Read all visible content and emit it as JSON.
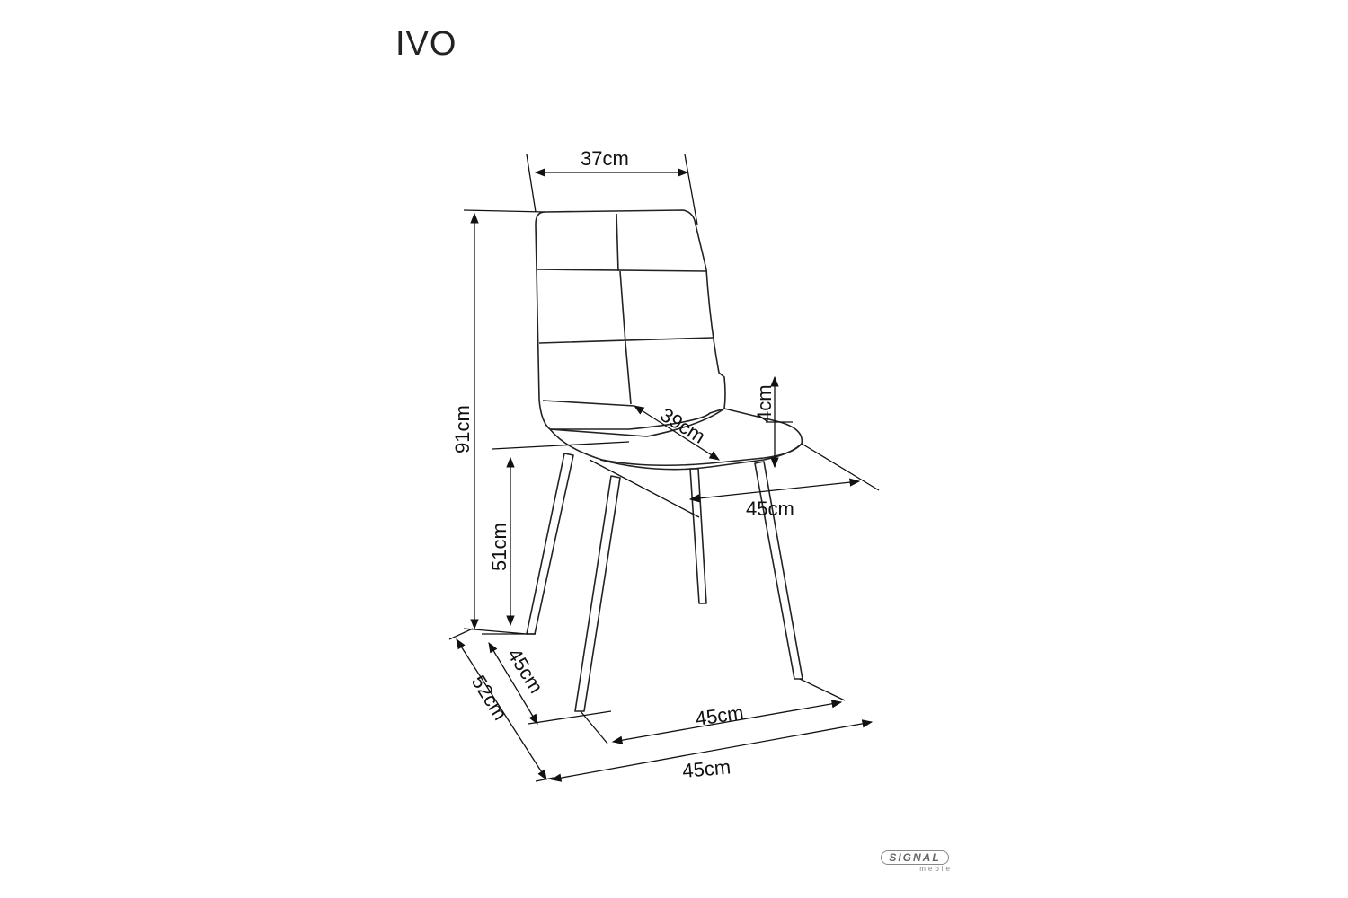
{
  "title": "IVO",
  "dimensions": {
    "backrest_width": "37cm",
    "total_height": "91cm",
    "seat_depth": "39cm",
    "seat_thickness": "4cm",
    "seat_width": "45cm",
    "seat_height": "51cm",
    "leg_depth": "45cm",
    "total_depth": "52cm",
    "leg_width": "45cm",
    "total_width": "45cm"
  },
  "logo": {
    "brand": "SIGNAL",
    "sub": "meble"
  }
}
